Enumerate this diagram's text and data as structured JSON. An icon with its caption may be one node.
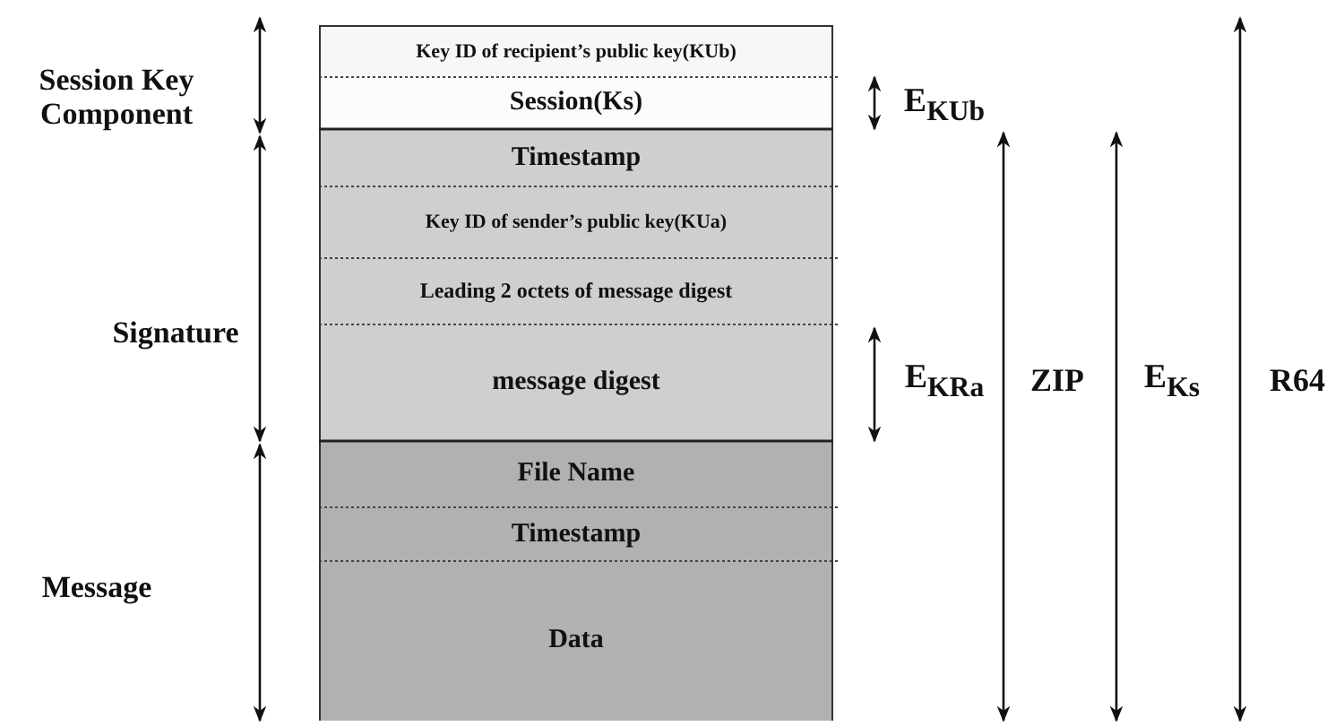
{
  "diagram": {
    "nodes": [
      {
        "text": [
          "Key ID of recipient’s public key(KUb)"
        ]
      },
      {
        "text": [
          "Session(Ks)"
        ]
      },
      {
        "text": [
          "Timestamp"
        ]
      },
      {
        "text": [
          "Key ID of sender’s public key(KUa)"
        ]
      },
      {
        "text": [
          "Leading 2 octets of message digest"
        ]
      },
      {
        "text": [
          "message digest"
        ]
      },
      {
        "text": [
          "File Name"
        ]
      },
      {
        "text": [
          "Timestamp"
        ]
      },
      {
        "text": [
          "Data"
        ]
      }
    ],
    "labels": [
      "Session Key Component",
      "E$_{KUb}$",
      "Signature",
      "E$_{KRa}$",
      "ZIP",
      "E$_{Ks}$",
      "R64",
      "Message"
    ]
  }
}
